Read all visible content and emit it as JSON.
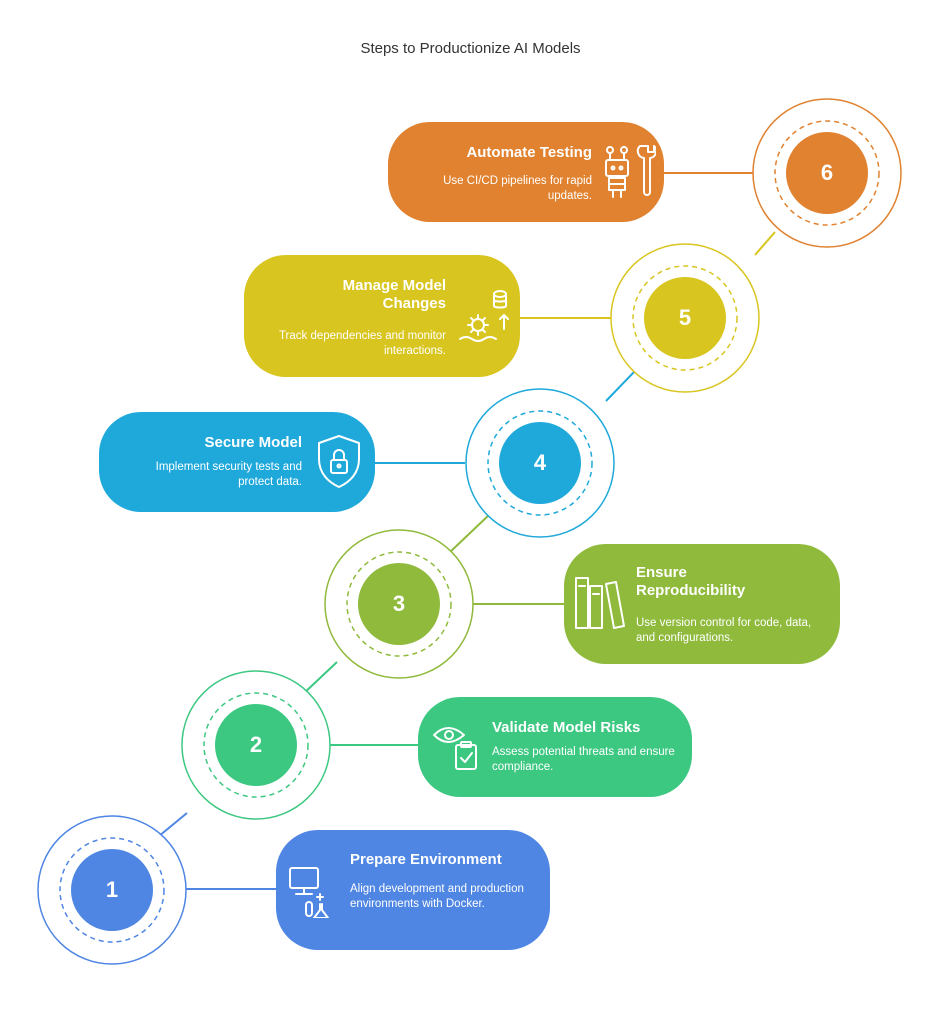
{
  "title": "Steps to Productionize AI Models",
  "steps": [
    {
      "number": "1",
      "heading": "Prepare Environment",
      "description": "Align development and production environments with Docker.",
      "color": "#4F86E3",
      "icon": "computer-flask-icon"
    },
    {
      "number": "2",
      "heading": "Validate Model Risks",
      "description": "Assess potential threats and ensure compliance.",
      "color": "#3DC882",
      "icon": "eye-clipboard-icon"
    },
    {
      "number": "3",
      "heading": "Ensure Reproducibility",
      "description": "Use version control for code, data, and configurations.",
      "color": "#8FBA3C",
      "icon": "binders-icon"
    },
    {
      "number": "4",
      "heading": "Secure Model",
      "description": "Implement security tests and protect data.",
      "color": "#1FA9DB",
      "icon": "shield-lock-icon"
    },
    {
      "number": "5",
      "heading": "Manage Model Changes",
      "description": "Track dependencies and monitor interactions.",
      "color": "#D9C51F",
      "icon": "database-gear-icon"
    },
    {
      "number": "6",
      "heading": "Automate Testing",
      "description": "Use CI/CD pipelines for rapid updates.",
      "color": "#E0822F",
      "icon": "robot-wrench-icon"
    }
  ]
}
